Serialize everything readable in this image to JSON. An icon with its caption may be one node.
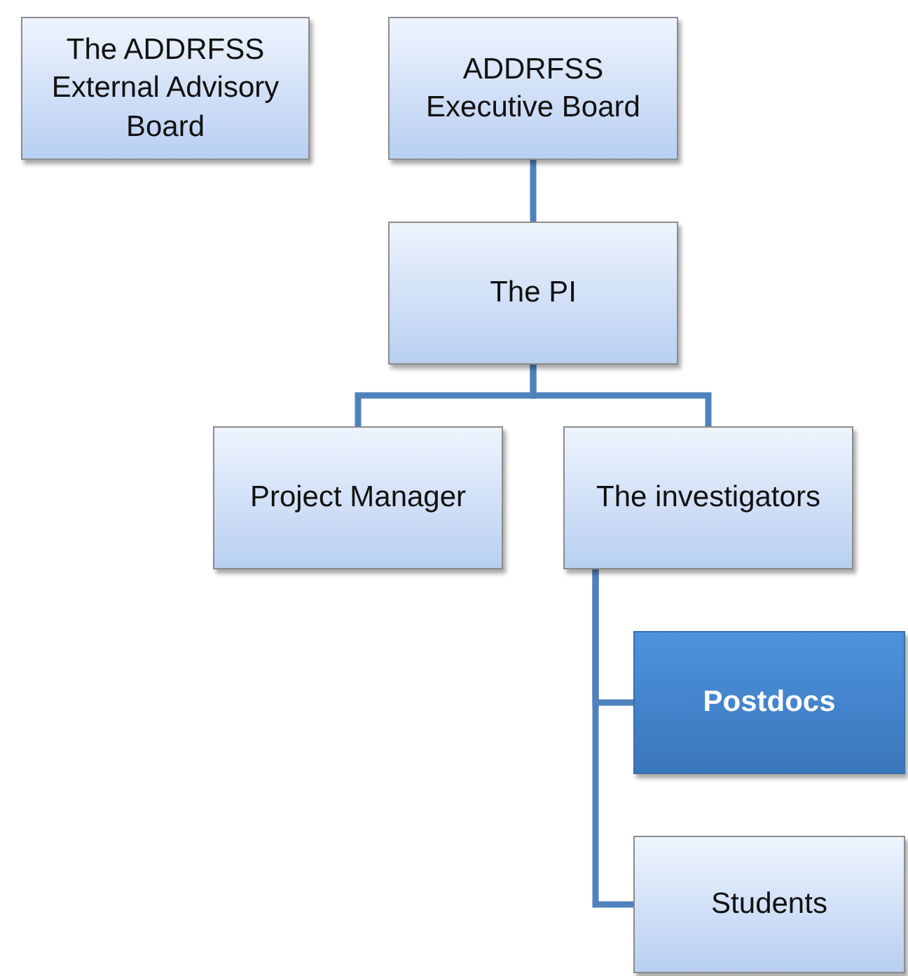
{
  "diagram": {
    "nodes": [
      {
        "text": [
          "The ADDRFSS External Advisory Board"
        ]
      },
      {
        "text": [
          "ADDRFSS Executive Board"
        ]
      },
      {
        "text": [
          "The PI"
        ]
      },
      {
        "text": [
          "Project Manager"
        ]
      },
      {
        "text": [
          "The investigators"
        ]
      },
      {
        "text": [
          "Postdocs"
        ]
      },
      {
        "text": [
          "Students"
        ]
      }
    ],
    "edges": [
      {
        "from": 1,
        "to": 2,
        "arrow": "none"
      },
      {
        "from": 2,
        "to": 3,
        "arrow": "none"
      },
      {
        "from": 2,
        "to": 4,
        "arrow": "none"
      },
      {
        "from": 4,
        "to": 5,
        "arrow": "none"
      },
      {
        "from": 4,
        "to": 6,
        "arrow": "none"
      }
    ]
  }
}
